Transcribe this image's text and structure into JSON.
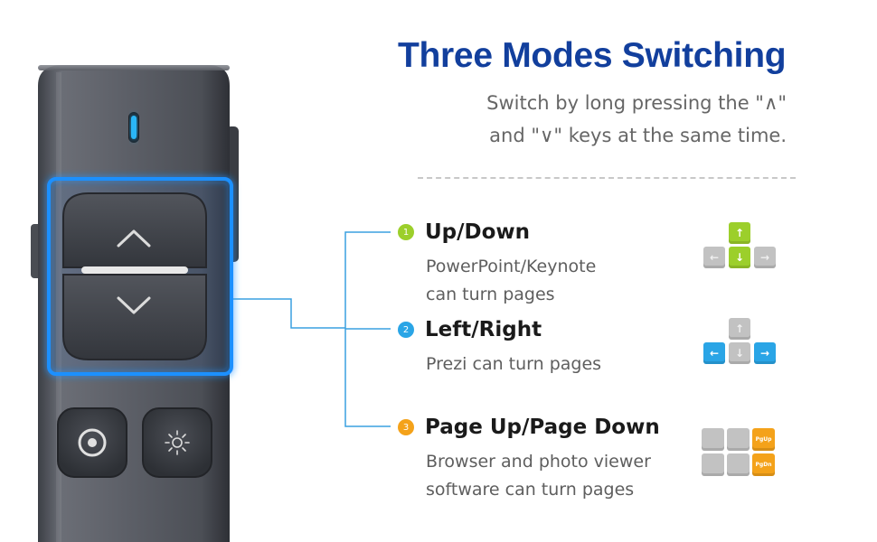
{
  "header": {
    "title": "Three Modes Switching",
    "subtitle_line1": "Switch by long pressing the \"∧\"",
    "subtitle_line2": "and \"∨\" keys at the same time."
  },
  "modes": [
    {
      "number": "1",
      "title": "Up/Down",
      "desc_line1": "PowerPoint/Keynote",
      "desc_line2": "can turn pages",
      "color": "#9ccf2b",
      "keys": {
        "up": "↑",
        "left": "←",
        "down": "↓",
        "right": "→"
      },
      "icon": "arrow-keys-up-down-icon"
    },
    {
      "number": "2",
      "title": "Left/Right",
      "desc_line1": "Prezi can turn pages",
      "desc_line2": "",
      "color": "#2aa5e6",
      "keys": {
        "up": "↑",
        "left": "←",
        "down": "↓",
        "right": "→"
      },
      "icon": "arrow-keys-left-right-icon"
    },
    {
      "number": "3",
      "title": "Page Up/Page Down",
      "desc_line1": "Browser and photo viewer",
      "desc_line2": "software can turn pages",
      "color": "#f4a21a",
      "keys": {
        "pgup": "PgUp",
        "pgdn": "PgDn"
      },
      "icon": "page-keys-icon"
    }
  ],
  "device": {
    "icons": [
      "up-arrow-icon",
      "down-arrow-icon",
      "laser-pointer-icon",
      "highlight-spotlight-icon"
    ],
    "indicator_color": "#29b6f6",
    "highlight_color": "#1e90ff"
  }
}
